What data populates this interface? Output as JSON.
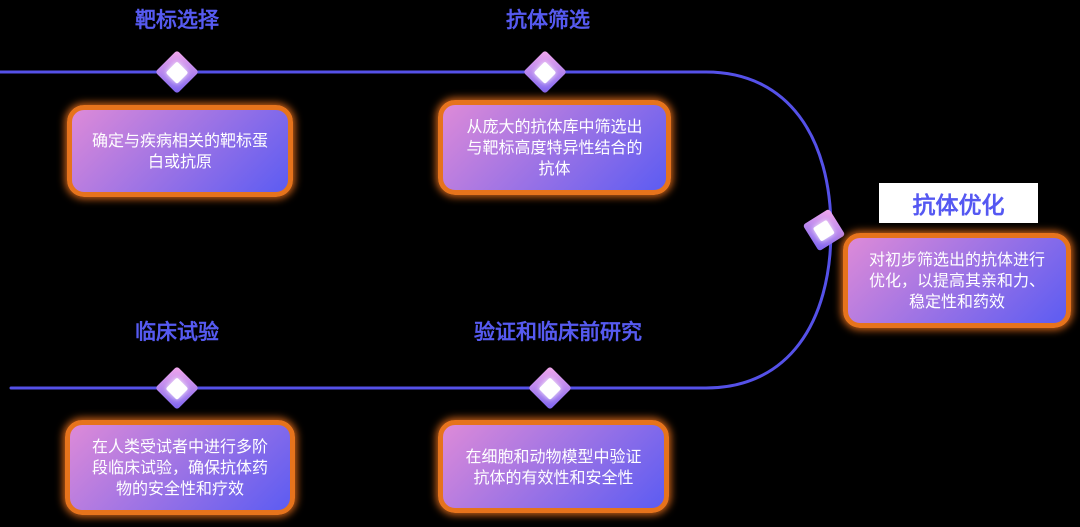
{
  "canvas": {
    "background_color": "#000000"
  },
  "flow": {
    "line_color": "#5551e8",
    "accent_orange": "#e6731c",
    "title_color": "#565af0",
    "card_text_color": "#ffffff",
    "card_gradient": [
      "#dd8ad8",
      "#5c5cf2"
    ],
    "diamond_gradient": [
      "#f4a9ec",
      "#7b63f0"
    ],
    "optimization_title_box_color": "#ffffff",
    "stages": [
      {
        "key": "target-selection",
        "title": "靶标选择",
        "description": "确定与疾病相关的靶标蛋\n白或抗原"
      },
      {
        "key": "antibody-screening",
        "title": "抗体筛选",
        "description": "从庞大的抗体库中筛选出\n与靶标高度特异性结合的\n抗体"
      },
      {
        "key": "antibody-optimization",
        "title": "抗体优化",
        "description": "对初步筛选出的抗体进行\n优化，以提高其亲和力、\n稳定性和药效"
      },
      {
        "key": "validation-preclinical-research",
        "title": "验证和临床前研究",
        "description": "在细胞和动物模型中验证\n抗体的有效性和安全性"
      },
      {
        "key": "clinical-trials",
        "title": "临床试验",
        "description": "在人类受试者中进行多阶\n段临床试验，确保抗体药\n物的安全性和疗效"
      }
    ]
  }
}
